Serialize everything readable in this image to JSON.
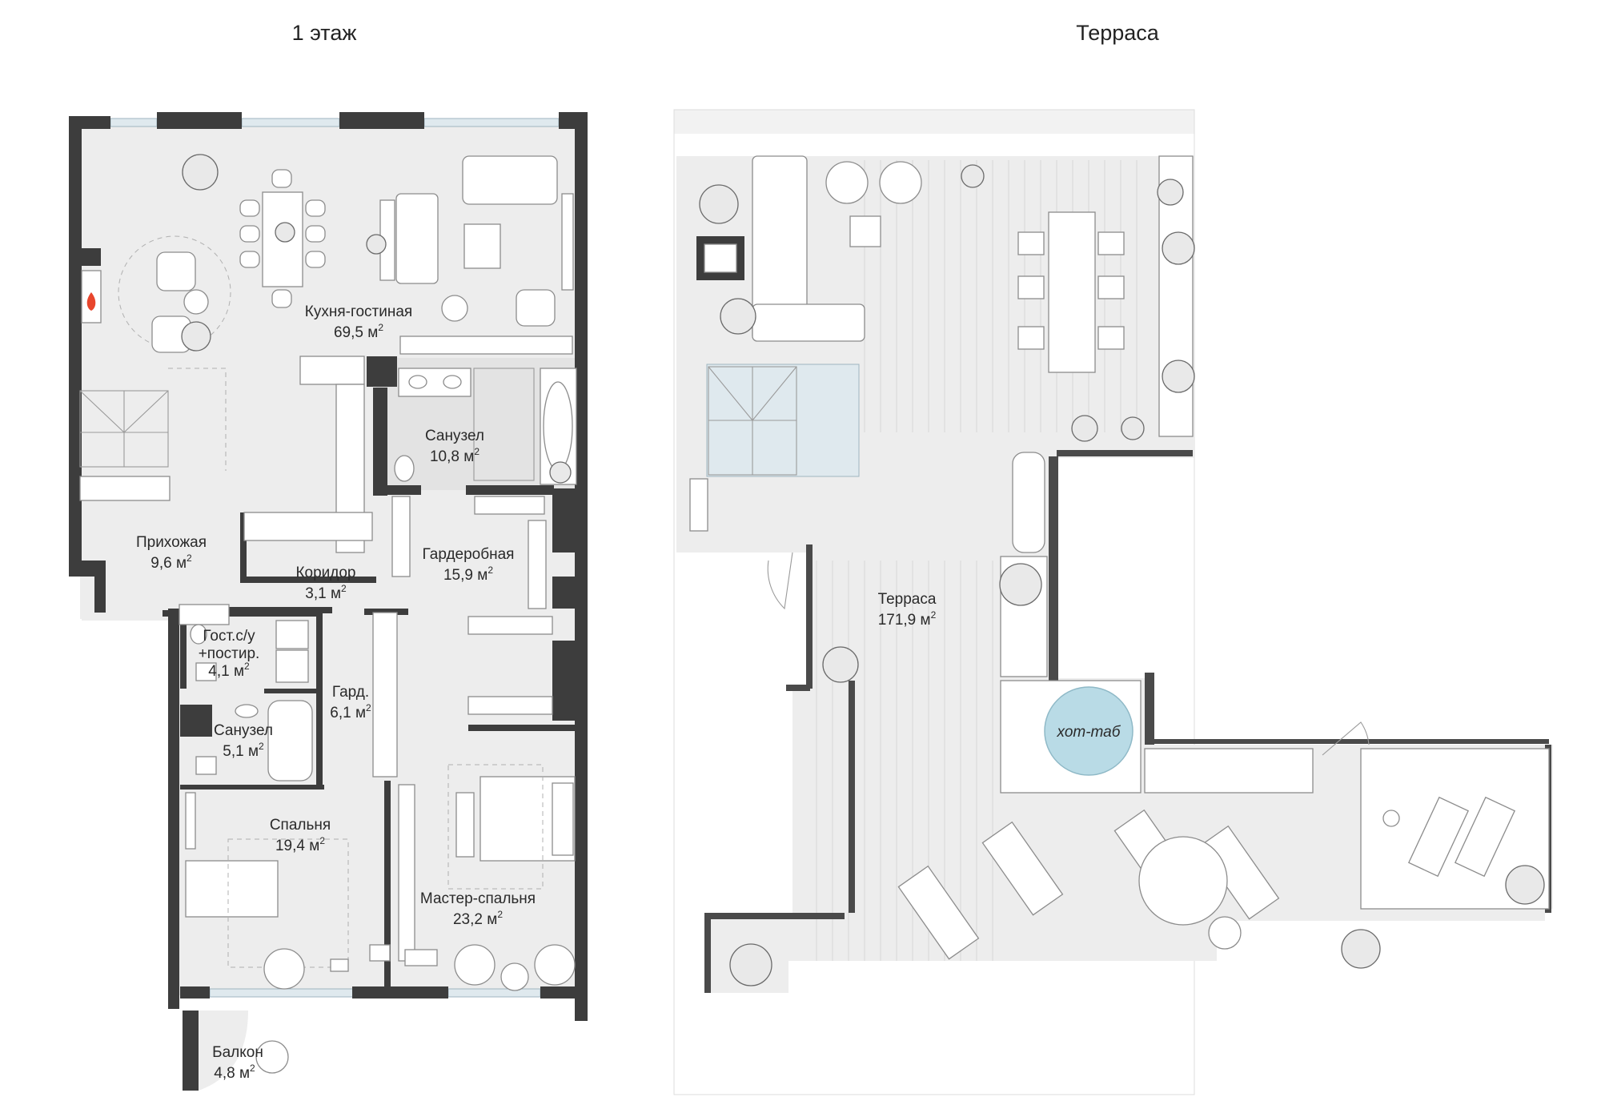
{
  "headings": {
    "floor1": "1 этаж",
    "terrace": "Терраса"
  },
  "floor1_rooms": [
    {
      "name": "Кухня-гостиная",
      "area": "69,5 м",
      "sup": "2"
    },
    {
      "name": "Санузел",
      "area": "10,8 м",
      "sup": "2"
    },
    {
      "name": "Прихожая",
      "area": "9,6 м",
      "sup": "2"
    },
    {
      "name": "Коридор",
      "area": "3,1 м",
      "sup": "2"
    },
    {
      "name": "Гардеробная",
      "area": "15,9 м",
      "sup": "2"
    },
    {
      "name": "Гост.с/у",
      "name2": "+постир.",
      "area": "4,1 м",
      "sup": "2"
    },
    {
      "name": "Гард.",
      "area": "6,1 м",
      "sup": "2"
    },
    {
      "name": "Санузел",
      "area": "5,1 м",
      "sup": "2"
    },
    {
      "name": "Спальня",
      "area": "19,4 м",
      "sup": "2"
    },
    {
      "name": "Мастер-спальня",
      "area": "23,2 м",
      "sup": "2"
    },
    {
      "name": "Балкон",
      "area": "4,8 м",
      "sup": "2"
    }
  ],
  "terrace_rooms": [
    {
      "name": "Терраса",
      "area": "171,9 м",
      "sup": "2"
    }
  ],
  "hot_tub_label": "хот-таб",
  "colors": {
    "wall": "#3d3d3d",
    "floor": "#ededed",
    "hot_tub_water": "#b9dbe6",
    "fireplace_flame": "#e8452c"
  }
}
